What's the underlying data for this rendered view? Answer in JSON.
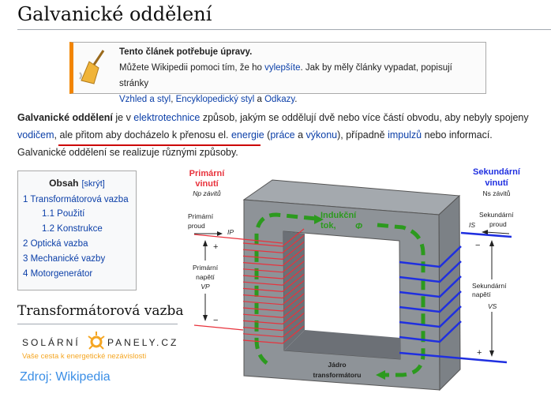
{
  "page": {
    "title": "Galvanické oddělení"
  },
  "notice": {
    "heading": "Tento článek potřebuje úpravy.",
    "text1": "Můžete Wikipedii pomoci tím, že ho ",
    "link1": "vylepšíte",
    "text2": ". Jak by měly články vypadat, popisují stránky",
    "link2": "Vzhled a styl",
    "sep": ", ",
    "link3": "Encyklopedický styl",
    "and": " a ",
    "link4": "Odkazy",
    "end": "."
  },
  "intro": {
    "bold": "Galvanické oddělení",
    "t1": " je v ",
    "l1": "elektrotechnice",
    "t2": " způsob, jakým se oddělují dvě nebo více částí obvodu, aby nebyly spojeny",
    "l2": "vodičem",
    "t3": ", ale přitom aby docházelo k přenosu el. ",
    "l3": "energie",
    "t4": " (",
    "l4": "práce",
    "t5": " a ",
    "l5": "výkonu",
    "t6": "), případně ",
    "l6": "impulzů",
    "t7": " nebo informací.",
    "line3": "Galvanické oddělení se realizuje různými způsoby."
  },
  "toc": {
    "title": "Obsah",
    "toggle": "[skrýt]",
    "items": [
      "1 Transformátorová vazba",
      "1.1 Použití",
      "1.2 Konstrukce",
      "2 Optická vazba",
      "3 Mechanické vazby",
      "4 Motorgenerátor"
    ]
  },
  "section": {
    "heading": "Transformátorová vazba"
  },
  "logo": {
    "left": "SOLÁRNÍ",
    "right": "PANELY.CZ",
    "tagline": "Vaše cesta k energetické nezávislosti"
  },
  "source": "Zdroj: Wikipedia",
  "diagram": {
    "prim_title1": "Primární",
    "prim_title2": "vinutí",
    "prim_turns": "Np závitů",
    "prim_current1": "Primární",
    "prim_current2": "proud",
    "ip": "IP",
    "prim_voltage1": "Primární",
    "prim_voltage2": "napětí",
    "vp": "VP",
    "plus": "+",
    "minus": "−",
    "sec_title1": "Sekundární",
    "sec_title2": "vinutí",
    "sec_turns": "Ns závitů",
    "sec_current1": "Sekundární",
    "sec_current2": "proud",
    "is": "IS",
    "sec_voltage1": "Sekundární",
    "sec_voltage2": "napětí",
    "vs": "VS",
    "flux1": "Indukční",
    "flux2": "tok,",
    "phi": "Φ",
    "core1": "Jádro",
    "core2": "transformátoru",
    "colors": {
      "primary": "#e8323c",
      "secondary": "#1f2fe0",
      "flux": "#2c9a1e",
      "core": "#8e9398"
    }
  }
}
